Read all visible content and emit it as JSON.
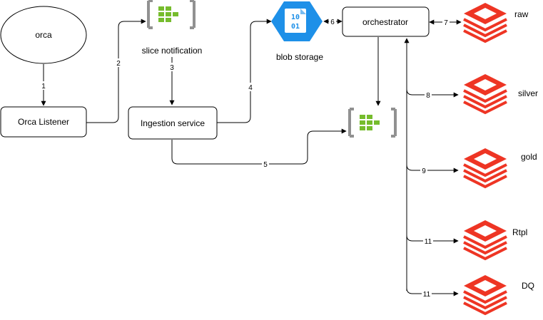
{
  "nodes": {
    "orca": "orca",
    "orca_listener": "Orca Listener",
    "slice_notification": "slice notification",
    "ingestion_service": "Ingestion service",
    "blob_storage": "blob storage",
    "blob_icon_text": [
      "10",
      "01"
    ],
    "orchestrator": "orchestrator",
    "raw": "raw",
    "silver": "silver",
    "gold": "gold",
    "rtpl": "Rtpl",
    "dq": "DQ"
  },
  "edges": {
    "e1": "1",
    "e2": "2",
    "e3": "3",
    "e4": "4",
    "e5": "5",
    "e6": "6",
    "e7": "7",
    "e8": "8",
    "e9": "9",
    "e10": "11",
    "e11": "11"
  },
  "colors": {
    "databricks_red": "#ee3524",
    "event_grid_green": "#76bc2d",
    "event_grid_gray": "#919191",
    "blob_blue": "#1e90e8"
  },
  "icons": {
    "layers": "databricks-layers-icon",
    "event_grid": "event-grid-icon",
    "blob": "blob-storage-icon"
  }
}
